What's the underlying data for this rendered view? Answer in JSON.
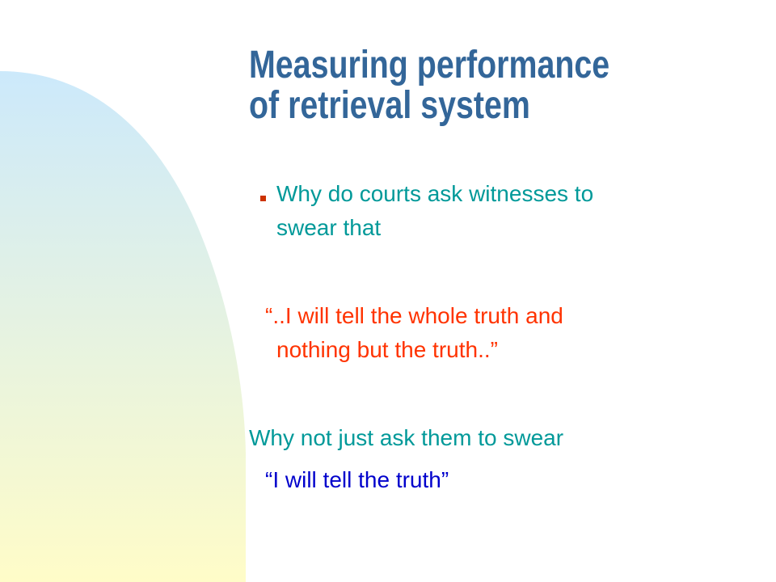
{
  "colors": {
    "title": "#336699",
    "teal_text": "#009999",
    "orange_red_text": "#ff3300",
    "blue_text": "#0000cc",
    "bullet_marker": "#cc3300",
    "gradient_top": "#cce9fb",
    "gradient_bottom": "#fffcc8"
  },
  "slide": {
    "title_line1": "Measuring performance",
    "title_line2": "of retrieval system",
    "bullet": {
      "icon": "square-bullet-icon",
      "line1": "Why do courts ask witnesses to",
      "line2": "swear that"
    },
    "quote1": {
      "line1": "“..I will tell the whole truth and",
      "line2": "nothing but the truth..”"
    },
    "question2": "Why not just ask them to swear",
    "quote2": "“I will tell the truth”"
  }
}
